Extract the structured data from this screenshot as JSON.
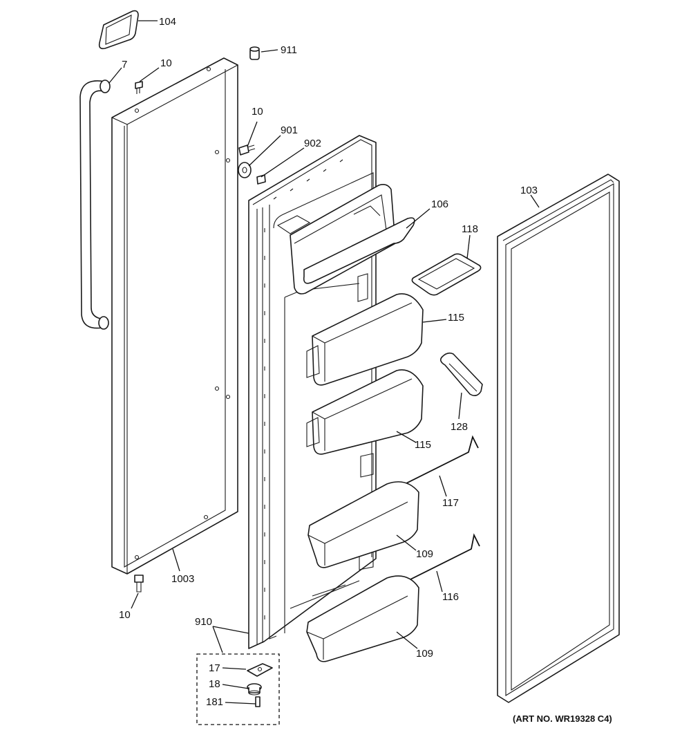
{
  "callouts": {
    "c104": "104",
    "c911": "911",
    "c7": "7",
    "c10_top": "10",
    "c10_mid": "10",
    "c901": "901",
    "c902": "902",
    "c106": "106",
    "c103": "103",
    "c118": "118",
    "c115_a": "115",
    "c128": "128",
    "c115_b": "115",
    "c117": "117",
    "c109_a": "109",
    "c116": "116",
    "c1003": "1003",
    "c10_bot": "10",
    "c910": "910",
    "c109_b": "109",
    "c17": "17",
    "c18": "18",
    "c181": "181"
  },
  "art_number": "(ART NO. WR19328 C4)"
}
